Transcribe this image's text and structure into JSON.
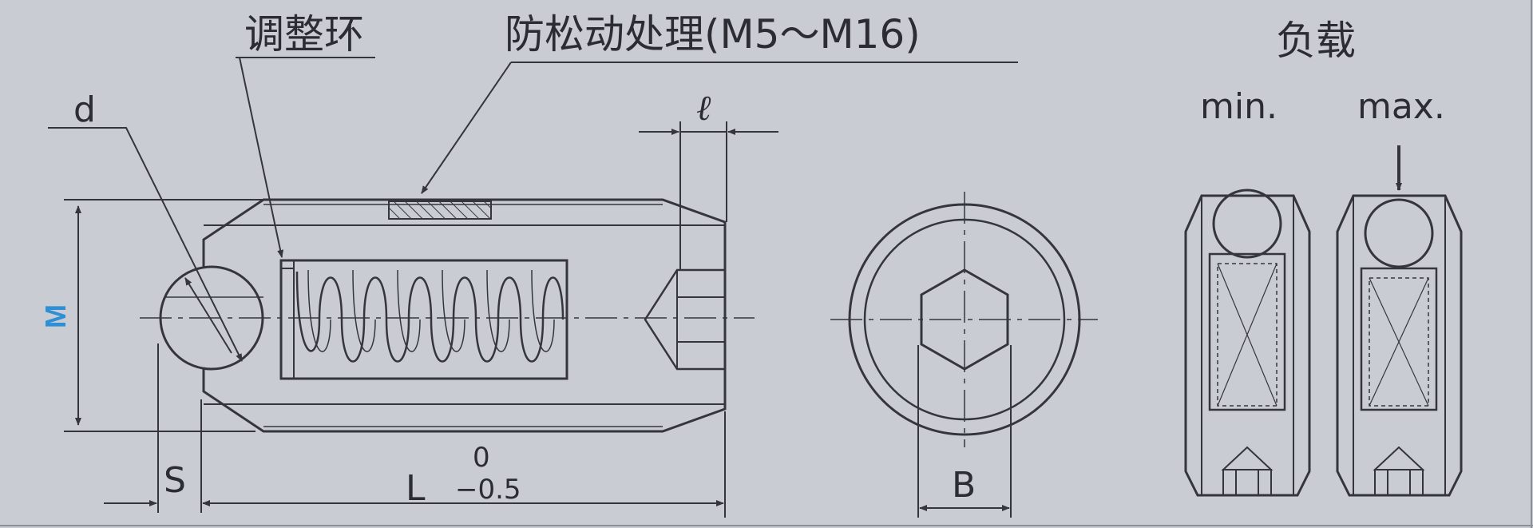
{
  "labels": {
    "adjust_ring": "调整环",
    "anti_loose": "防松动处理(M5～M16)",
    "load": "负载",
    "min": "min.",
    "max": "max.",
    "d": "d",
    "ell": "ℓ",
    "M": "M",
    "S": "S",
    "L": "L",
    "tol_upper": "0",
    "tol_lower": "−0.5",
    "B": "B"
  },
  "colors": {
    "background": "#c9ccd2",
    "line": "#34363c",
    "M_label": "#2d8fd6"
  }
}
